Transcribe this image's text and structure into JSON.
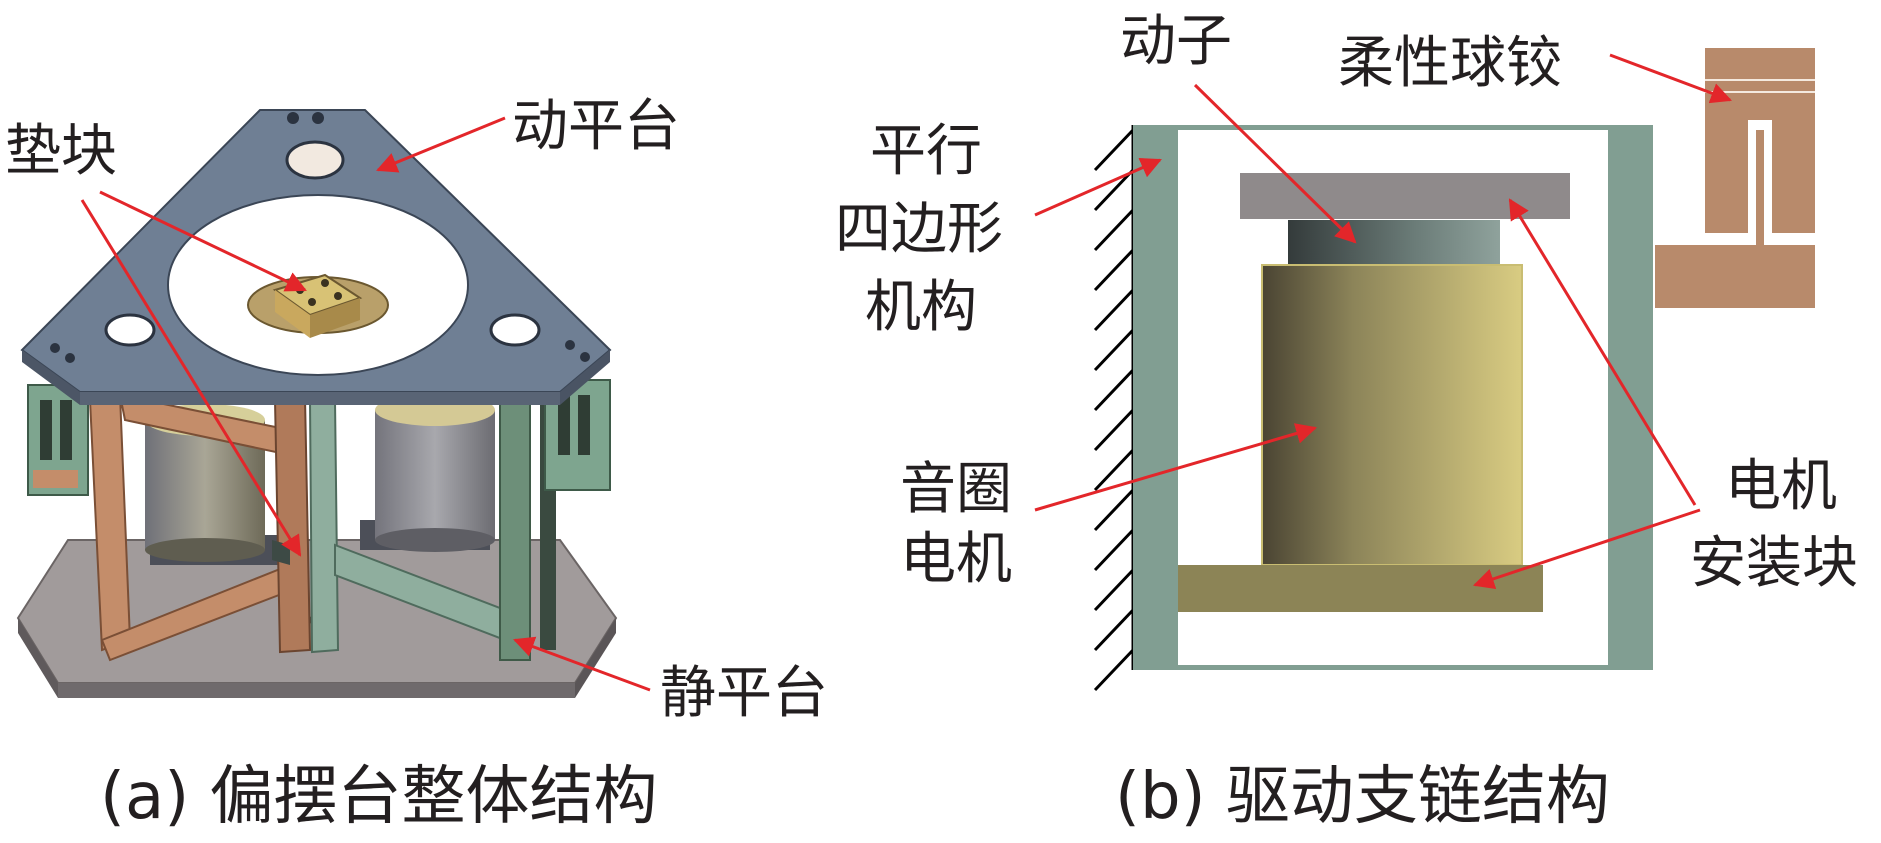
{
  "panel_a": {
    "caption": "(a)  偏摆台整体结构",
    "labels": {
      "spacer": "垫块",
      "moving_platform": "动平台",
      "static_platform": "静平台"
    }
  },
  "panel_b": {
    "caption": "(b)  驱动支链结构",
    "labels": {
      "mover": "动子",
      "flexure_hinge": "柔性球铰",
      "parallelogram_line1": "平行",
      "parallelogram_line2": "四边形",
      "parallelogram_line3": "机构",
      "voice_coil_line1": "音圈",
      "voice_coil_line2": "电机",
      "motor_mount_line1": "电机",
      "motor_mount_line2": "安装块"
    }
  },
  "colors": {
    "arrow": "#e3262a",
    "platform_blue": "#6f7f94",
    "base_gray": "#908a8a",
    "frame_green": "#7d9e91",
    "motor_gold": "#d1c37c",
    "hinge_copper": "#b88a6b"
  }
}
